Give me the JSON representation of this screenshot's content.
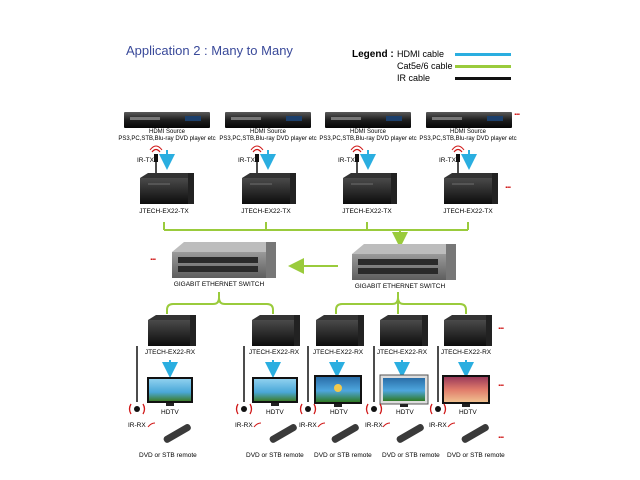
{
  "title": "Application 2 : Many to Many",
  "legend": {
    "label": "Legend :",
    "items": [
      {
        "label": "HDMI cable",
        "color": "#2aaee0"
      },
      {
        "label": "Cat5e/6 cable",
        "color": "#9acb3c"
      },
      {
        "label": "IR cable",
        "color": "#111111"
      }
    ]
  },
  "sources": [
    {
      "title": "HDMI Source",
      "desc": "PS3,PC,STB,Blu-ray DVD player etc",
      "ir": "IR-TX",
      "tx": "JTECH-EX22-TX"
    },
    {
      "title": "HDMI Source",
      "desc": "PS3,PC,STB,Blu-ray DVD player etc",
      "ir": "IR-TX",
      "tx": "JTECH-EX22-TX"
    },
    {
      "title": "HDMI Source",
      "desc": "PS3,PC,STB,Blu-ray DVD player etc",
      "ir": "IR-TX",
      "tx": "JTECH-EX22-TX"
    },
    {
      "title": "HDMI Source",
      "desc": "PS3,PC,STB,Blu-ray DVD player etc",
      "ir": "IR-TX",
      "tx": "JTECH-EX22-TX"
    }
  ],
  "switches": [
    {
      "label": "GIGABIT ETHERNET SWITCH"
    },
    {
      "label": "GIGABIT ETHERNET SWITCH"
    }
  ],
  "receivers": [
    {
      "rx": "JTECH-EX22-RX",
      "tv": "HDTV",
      "ir": "IR-RX",
      "remote": "DVD or STB remote"
    },
    {
      "rx": "JTECH-EX22-RX",
      "tv": "HDTV",
      "ir": "IR-RX",
      "remote": "DVD or STB remote"
    },
    {
      "rx": "JTECH-EX22-RX",
      "tv": "HDTV",
      "ir": "IR-RX",
      "remote": "DVD or STB remote"
    },
    {
      "rx": "JTECH-EX22-RX",
      "tv": "HDTV",
      "ir": "IR-RX",
      "remote": "DVD or STB remote"
    },
    {
      "rx": "JTECH-EX22-RX",
      "tv": "HDTV",
      "ir": "IR-RX",
      "remote": "DVD or STB remote"
    }
  ],
  "more_marker": "...",
  "colors": {
    "hdmi": "#2aaee0",
    "cat": "#9acb3c",
    "ir": "#111111",
    "title": "#3a4a9a",
    "more": "#d01818"
  }
}
